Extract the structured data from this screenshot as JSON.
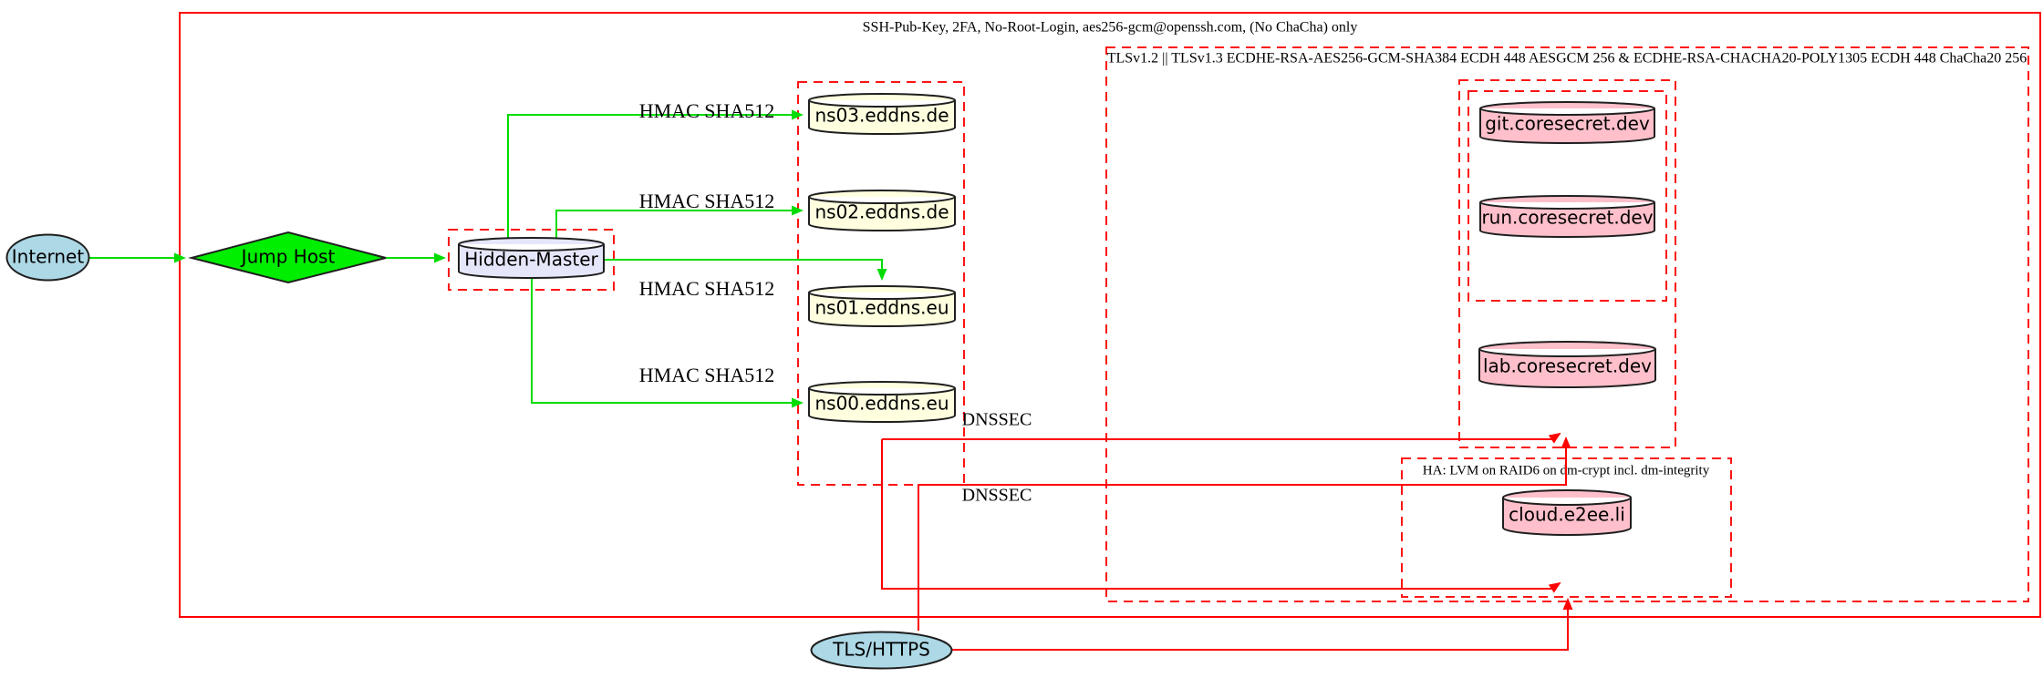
{
  "nodes": {
    "internet": {
      "label": "Internet"
    },
    "jump_host": {
      "label": "Jump Host"
    },
    "hidden_master": {
      "label": "Hidden-Master"
    },
    "ns03": {
      "label": "ns03.eddns.de"
    },
    "ns02": {
      "label": "ns02.eddns.de"
    },
    "ns01": {
      "label": "ns01.eddns.eu"
    },
    "ns00": {
      "label": "ns00.eddns.eu"
    },
    "git": {
      "label": "git.coresecret.dev"
    },
    "run": {
      "label": "run.coresecret.dev"
    },
    "lab": {
      "label": "lab.coresecret.dev"
    },
    "cloud": {
      "label": "cloud.e2ee.li"
    },
    "tls_https": {
      "label": "TLS/HTTPS"
    }
  },
  "clusters": {
    "ssh_box": {
      "label": "SSH-Pub-Key, 2FA, No-Root-Login, aes256-gcm@openssh.com, (No ChaCha) only"
    },
    "tls_box": {
      "label": "TLSv1.2 || TLSv1.3 ECDHE-RSA-AES256-GCM-SHA384 ECDH 448 AESGCM 256 & ECDHE-RSA-CHACHA20-POLY1305 ECDH 448 ChaCha20 256"
    },
    "ha_box": {
      "label": "HA: LVM on RAID6 on dm-crypt incl. dm-integrity"
    }
  },
  "edge_labels": {
    "hmac": "HMAC SHA512",
    "dnssec": "DNSSEC"
  },
  "colors": {
    "cluster_border": "#ff0000",
    "secure_edge_green": "#00dc00",
    "tls_edge_red": "#ff0000",
    "internet_fill": "#add8e6",
    "tls_https_fill": "#add8e6",
    "jump_host_fill": "#00ee00",
    "hidden_master_fill": "#e6e6fa",
    "nameserver_fill": "#ffffe0",
    "service_fill": "#ffc0cb"
  }
}
